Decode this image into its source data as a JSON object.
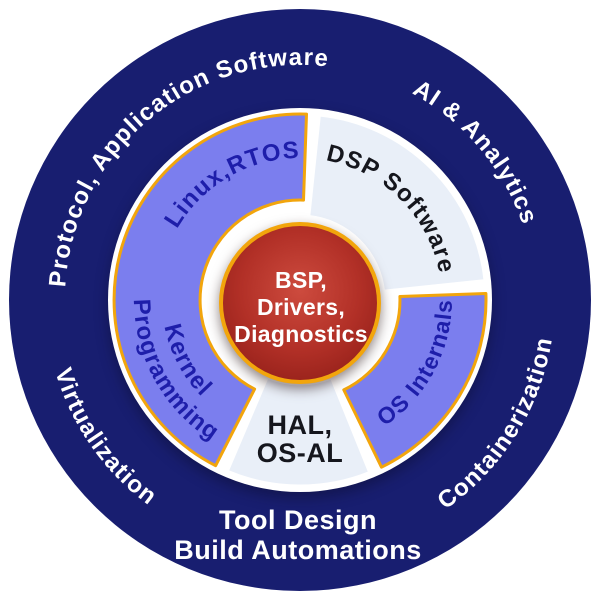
{
  "diagram": {
    "type": "concentric-ring-diagram",
    "outer_ring": {
      "fill": "#181e70",
      "text_color": "#ffffff",
      "labels": {
        "top_left": "Protocol, Application Software",
        "top_right": "AI & Analytics",
        "bottom_left": "Virtualization",
        "bottom_right": "Containerization",
        "bottom_center": {
          "line1": "Tool Design",
          "line2": "Build Automations"
        }
      }
    },
    "middle_ring": {
      "rim_fill": "#ffffff",
      "purple_fill": "#7b7eee",
      "purple_border": "#f2a50c",
      "light_fill": "#e9eff8",
      "light_border": "#ffffff",
      "purple_text_color": "#1e1eaa",
      "dark_text_color": "#15161d",
      "segments": {
        "linux_rtos": {
          "label": "Linux,RTOS"
        },
        "dsp_software": {
          "label": "DSP Software"
        },
        "os_internals": {
          "label": "OS Internals"
        },
        "kernel_programming": {
          "line1": "Kernel",
          "line2": "Programming"
        },
        "hal_osal": {
          "line1": "HAL,",
          "line2": "OS-AL"
        }
      }
    },
    "center": {
      "gradient_inner": "#cd4b3e",
      "gradient_mid": "#b23027",
      "gradient_outer": "#8f1d17",
      "border": "#f2a50c",
      "text_color": "#ffffff",
      "lines": {
        "line1": "BSP,",
        "line2": "Drivers,",
        "line3": "Diagnostics"
      }
    }
  }
}
